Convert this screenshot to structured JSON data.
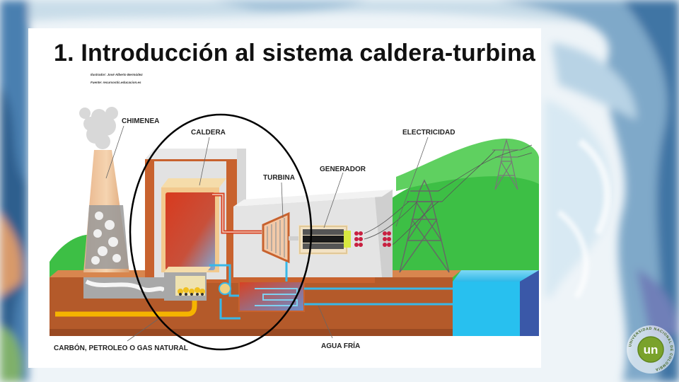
{
  "slide": {
    "title": "1. Introducción al sistema caldera-turbina",
    "credit_illustrator": "Ilustrador: José Alberto Bermúdez",
    "credit_source": "Fuente: recursostic.educacion.es"
  },
  "diagram": {
    "labels": {
      "chimney": "CHIMENEA",
      "boiler": "CALDERA",
      "turbine": "TURBINA",
      "generator": "GENERADOR",
      "electricity": "ELECTRICIDAD",
      "fuel": "CARBÓN, PETROLEO O GAS NATURAL",
      "cold_water": "AGUA FRÍA"
    }
  },
  "logo": {
    "text": "un",
    "ring_text": "UNIVERSIDAD NACIONAL DE COLOMBIA"
  },
  "colors": {
    "brick": "#c8622e",
    "ground": "#b45a2a",
    "grass": "#3dbf45",
    "water": "#2fb8e8",
    "logo_green": "#7aa22b"
  }
}
